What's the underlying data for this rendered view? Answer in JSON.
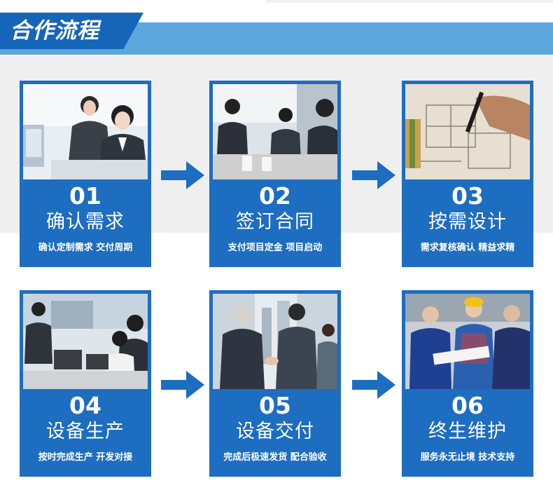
{
  "header": {
    "title": "合作流程"
  },
  "steps": [
    {
      "num": "01",
      "title": "确认需求",
      "subtitle": "确认定制需求 交付周期",
      "photo": "customer-service-photo"
    },
    {
      "num": "02",
      "title": "签订合同",
      "subtitle": "支付项目定金 项目启动",
      "photo": "business-meeting-photo"
    },
    {
      "num": "03",
      "title": "按需设计",
      "subtitle": "需求复核确认 精益求精",
      "photo": "blueprint-design-photo"
    },
    {
      "num": "04",
      "title": "设备生产",
      "subtitle": "按时完成生产 开发对接",
      "photo": "office-work-photo"
    },
    {
      "num": "05",
      "title": "设备交付",
      "subtitle": "完成后极速发货 配合验收",
      "photo": "handshake-photo"
    },
    {
      "num": "06",
      "title": "终生维护",
      "subtitle": "服务永无止境 技术支持",
      "photo": "factory-workers-photo"
    }
  ],
  "colors": {
    "card_blue": "#1d6dc1",
    "header_dark": "#1565b8",
    "header_light": "#5ba6db",
    "arrow_blue": "#1d6dc1",
    "background_gray": "#efefef"
  },
  "icons": [
    "right-arrow-icon"
  ]
}
